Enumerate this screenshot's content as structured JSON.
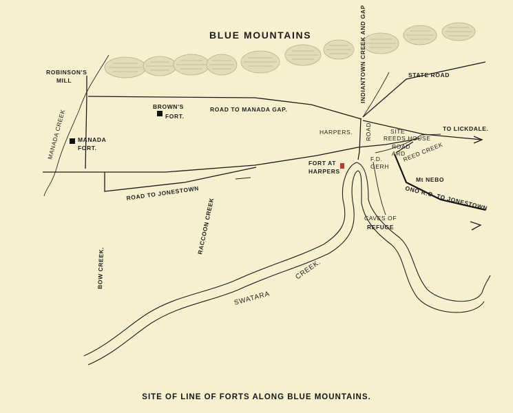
{
  "title": "BLUE MOUNTAINS",
  "caption": "SITE OF LINE OF FORTS ALONG BLUE MOUNTAINS.",
  "labels": {
    "robinsons_mill_1": "ROBINSON'S",
    "robinsons_mill_2": "MILL",
    "manada_creek": "MANADA CREEK",
    "manada_fort_1": "MANADA",
    "manada_fort_2": "FORT.",
    "browns_fort_1": "BROWN'S",
    "browns_fort_2": "FORT.",
    "road_to_manada_gap": "ROAD TO MANADA GAP.",
    "harpers": "HARPERS.",
    "indiantown_gap": "INDIANTOWN CREEK AND GAP",
    "state_road": "STATE ROAD",
    "site_reeds_house_1": "SITE",
    "site_reeds_house_2": "REEDS HOUSE",
    "to_lickdale": "TO LICKDALE.",
    "road_v": "ROAD",
    "road_small": "ROAD",
    "reed_creek": "REED CREEK",
    "fort_at_harpers_1": "FORT AT",
    "fort_at_harpers_2": "HARPERS",
    "fd_gerhard_1": "F.D.",
    "fd_gerhard_2": "GERH",
    "fd_gerhard_3": "ARD",
    "mt_nebo": "Mt NEBO",
    "ono_road": "ONO R.O. TO JONESTOWN",
    "road_to_jonestown": "ROAD TO JONESTOWN",
    "raccoon_creek": "RACCOON CREEK",
    "bow_creek": "BOW CREEK.",
    "caves_1": "CAVES OF",
    "caves_2": "REFUGE",
    "swatara_1": "SWATARA",
    "swatara_2": "CREEK."
  },
  "colors": {
    "paper": "#f6f0cf",
    "ink": "#1a1a1a",
    "mountain": "#e4dcb8",
    "fort_red": "#c0392b",
    "fort_black": "#111111"
  }
}
